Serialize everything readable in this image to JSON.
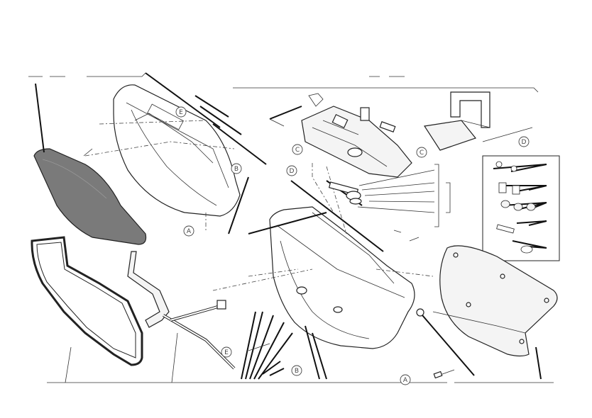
{
  "diagram": {
    "callouts": [
      {
        "id": "c-e-top",
        "label": "E"
      },
      {
        "id": "c-b-left",
        "label": "B"
      },
      {
        "id": "c-a-left",
        "label": "A"
      },
      {
        "id": "c-c-upper",
        "label": "C"
      },
      {
        "id": "c-c-right",
        "label": "C"
      },
      {
        "id": "c-d-left",
        "label": "D"
      },
      {
        "id": "c-d-right",
        "label": "D"
      },
      {
        "id": "c-e-bottom",
        "label": "E"
      },
      {
        "id": "c-b-bottom",
        "label": "B"
      },
      {
        "id": "c-a-bottom",
        "label": "A"
      }
    ],
    "colors": {
      "line": "#222222",
      "seat_fill": "#7a7a7a",
      "background": "#ffffff"
    }
  }
}
